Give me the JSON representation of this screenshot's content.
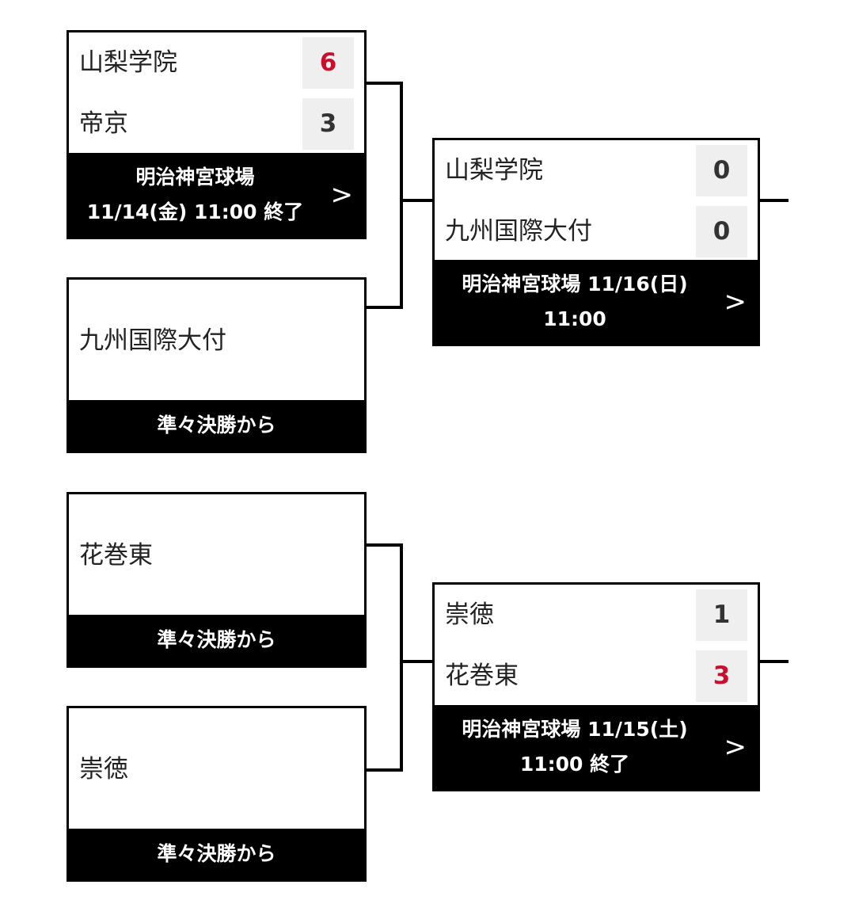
{
  "bracket": {
    "top": {
      "r1_match": {
        "teams": [
          {
            "name": "山梨学院",
            "score": "6",
            "winner": true
          },
          {
            "name": "帝京",
            "score": "3",
            "winner": false
          }
        ],
        "venue_line1": "明治神宮球場",
        "venue_line2": "11/14(金) 11:00 終了"
      },
      "seed": {
        "name": "九州国際大付",
        "note": "準々決勝から"
      },
      "r2_match": {
        "teams": [
          {
            "name": "山梨学院",
            "score": "0",
            "winner": false
          },
          {
            "name": "九州国際大付",
            "score": "0",
            "winner": false
          }
        ],
        "venue_line1": "明治神宮球場 11/16(日)",
        "venue_line2": "11:00"
      }
    },
    "bottom": {
      "seed_a": {
        "name": "花巻東",
        "note": "準々決勝から"
      },
      "seed_b": {
        "name": "崇徳",
        "note": "準々決勝から"
      },
      "r2_match": {
        "teams": [
          {
            "name": "崇徳",
            "score": "1",
            "winner": false
          },
          {
            "name": "花巻東",
            "score": "3",
            "winner": true
          }
        ],
        "venue_line1": "明治神宮球場 11/15(土)",
        "venue_line2": "11:00 終了"
      }
    },
    "chevron": ">"
  }
}
